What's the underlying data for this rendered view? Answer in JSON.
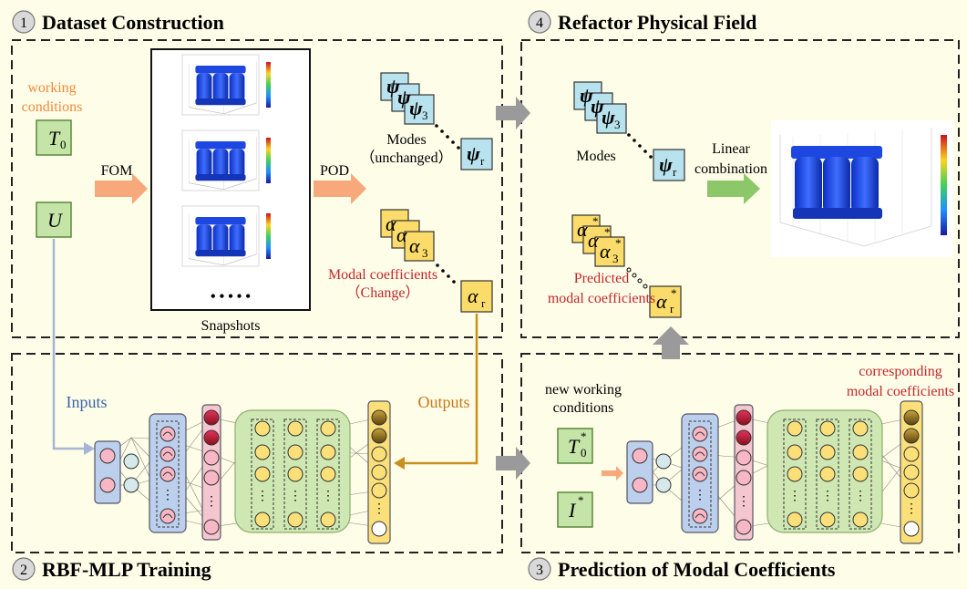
{
  "sections": {
    "s1": {
      "number": "1",
      "title": "Dataset Construction"
    },
    "s2": {
      "number": "2",
      "title": "RBF-MLP Training"
    },
    "s3": {
      "number": "3",
      "title": "Prediction of Modal Coefficients"
    },
    "s4": {
      "number": "4",
      "title": "Refactor Physical Field"
    }
  },
  "labels": {
    "working_conditions_1": "working",
    "working_conditions_2": "conditions",
    "fom": "FOM",
    "pod": "POD",
    "snapshots": "Snapshots",
    "snapshot_dots": "• • • • •",
    "modes_left_1": "Modes",
    "modes_left_2": "（unchanged）",
    "modal_coef_1": "Modal coefficients",
    "modal_coef_2": "（Change）",
    "modes_right": "Modes",
    "linear_1": "Linear",
    "linear_2": "combination",
    "predicted_1": "Predicted",
    "predicted_2": "modal coefficients",
    "inputs": "Inputs",
    "outputs": "Outputs",
    "new_wc_1": "new working",
    "new_wc_2": "conditions",
    "corr_1": "corresponding",
    "corr_2": "modal coefficients"
  },
  "symbols": {
    "T": "T",
    "T_sub": "0",
    "U": "U",
    "I": "I",
    "star": "*",
    "psi": "ψ",
    "alpha": "α",
    "sub3": "3",
    "subr": "r"
  },
  "colors": {
    "background": "#fefde8",
    "mode_box": "#b8e3ee",
    "coef_box": "#fbdc6a",
    "condition_box": "#c5e4a7",
    "arrow_orange": "#f7a97c",
    "arrow_green": "#8cc86a",
    "arrow_gray": "#9a9a9a",
    "rbf_layer": "#bcd0ee",
    "mlp_block": "#cfe7b3",
    "node_pink": "#f7b7c4",
    "node_yellow": "#fbe07a"
  }
}
